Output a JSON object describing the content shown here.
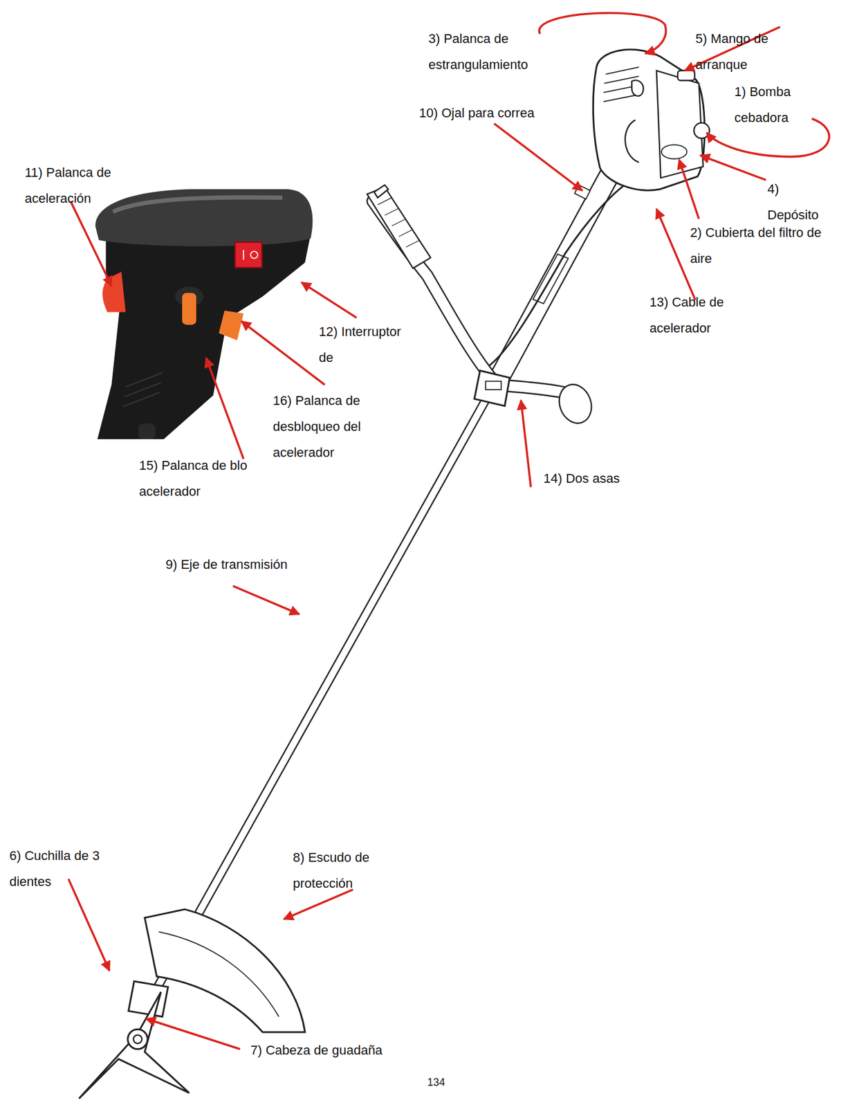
{
  "diagram": {
    "labels": [
      "3) Palanca de estrangulamiento",
      "5) Mango de arranque",
      "1) Bomba cebadora",
      "10) Ojal para correa",
      "11) Palanca de aceleración",
      "4) Depósito",
      "2) Cubierta del filtro de aire",
      "13) Cable de acelerador",
      "12) Interruptor de",
      "16) Palanca de desbloqueo del acelerador",
      "15) Palanca de blo acelerador",
      "14) Dos asas",
      "9) Eje de transmisión",
      "6) Cuchilla de 3 dientes",
      "8) Escudo de protección",
      "7) Cabeza de guadaña",
      "134"
    ]
  }
}
